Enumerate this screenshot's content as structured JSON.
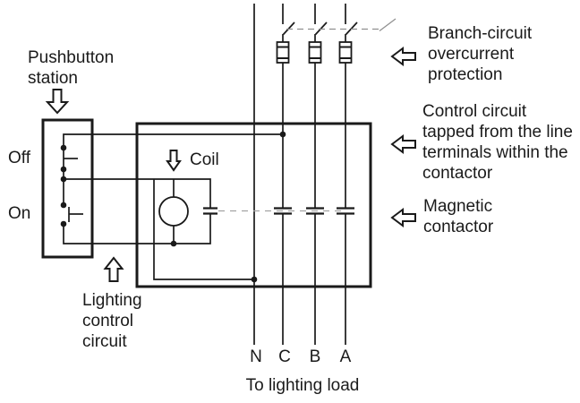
{
  "labels": {
    "pushbutton_station": [
      "Pushbutton",
      "station"
    ],
    "off": "Off",
    "on": "On",
    "coil": "Coil",
    "lighting_control": [
      "Lighting",
      "control",
      "circuit"
    ],
    "phases": [
      "N",
      "C",
      "B",
      "A"
    ],
    "to_lighting_load": "To lighting load"
  },
  "annotations": {
    "branch": {
      "lines": [
        "Branch-circuit",
        "overcurrent",
        "protection"
      ]
    },
    "control_tap": {
      "lines": [
        "Control circuit",
        "tapped from the line",
        "terminals within the",
        "contactor"
      ]
    },
    "magnetic": {
      "lines": [
        "Magnetic",
        "contactor"
      ]
    }
  },
  "colors": {
    "line": "#1a1a1a",
    "linkage_dash": "#8f8f8f",
    "background": "#ffffff"
  }
}
